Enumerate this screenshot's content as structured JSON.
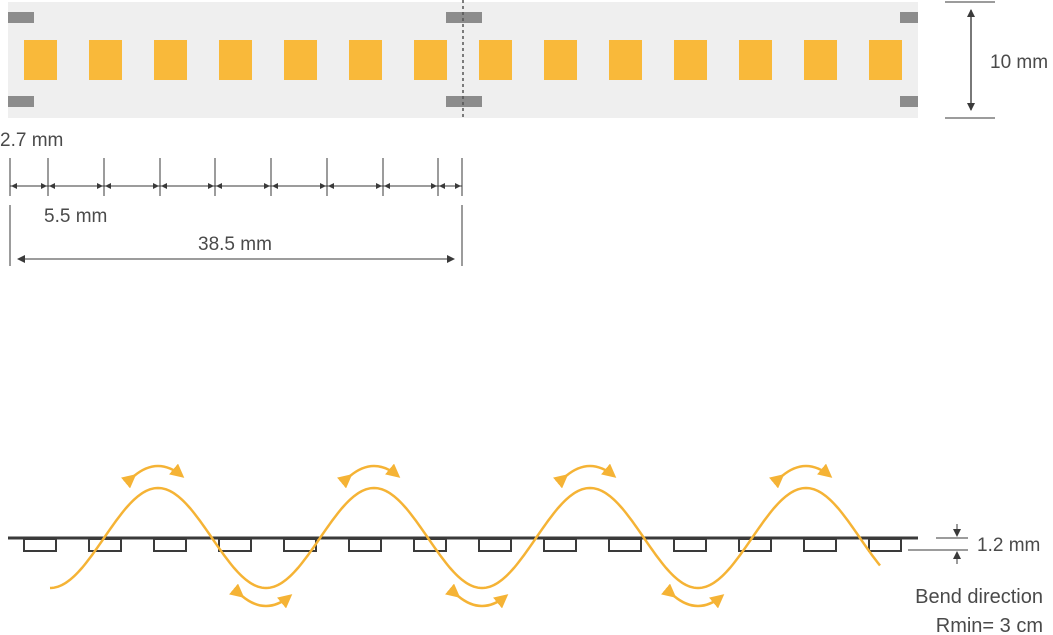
{
  "strip": {
    "led_count": 14,
    "colors": {
      "strip": "#efefef",
      "led": "#f9b93a",
      "pad": "#8c8c8c",
      "line": "#3a3a3a",
      "curve": "#f5b335"
    }
  },
  "dimensions": {
    "width": "10 mm",
    "edge_offset": "2.7 mm",
    "pitch": "5.5 mm",
    "cut_length": "38.5 mm",
    "thickness": "1.2 mm"
  },
  "bend": {
    "label": "Bend direction",
    "radius": "Rmin= 3 cm",
    "profile_count": 14
  }
}
